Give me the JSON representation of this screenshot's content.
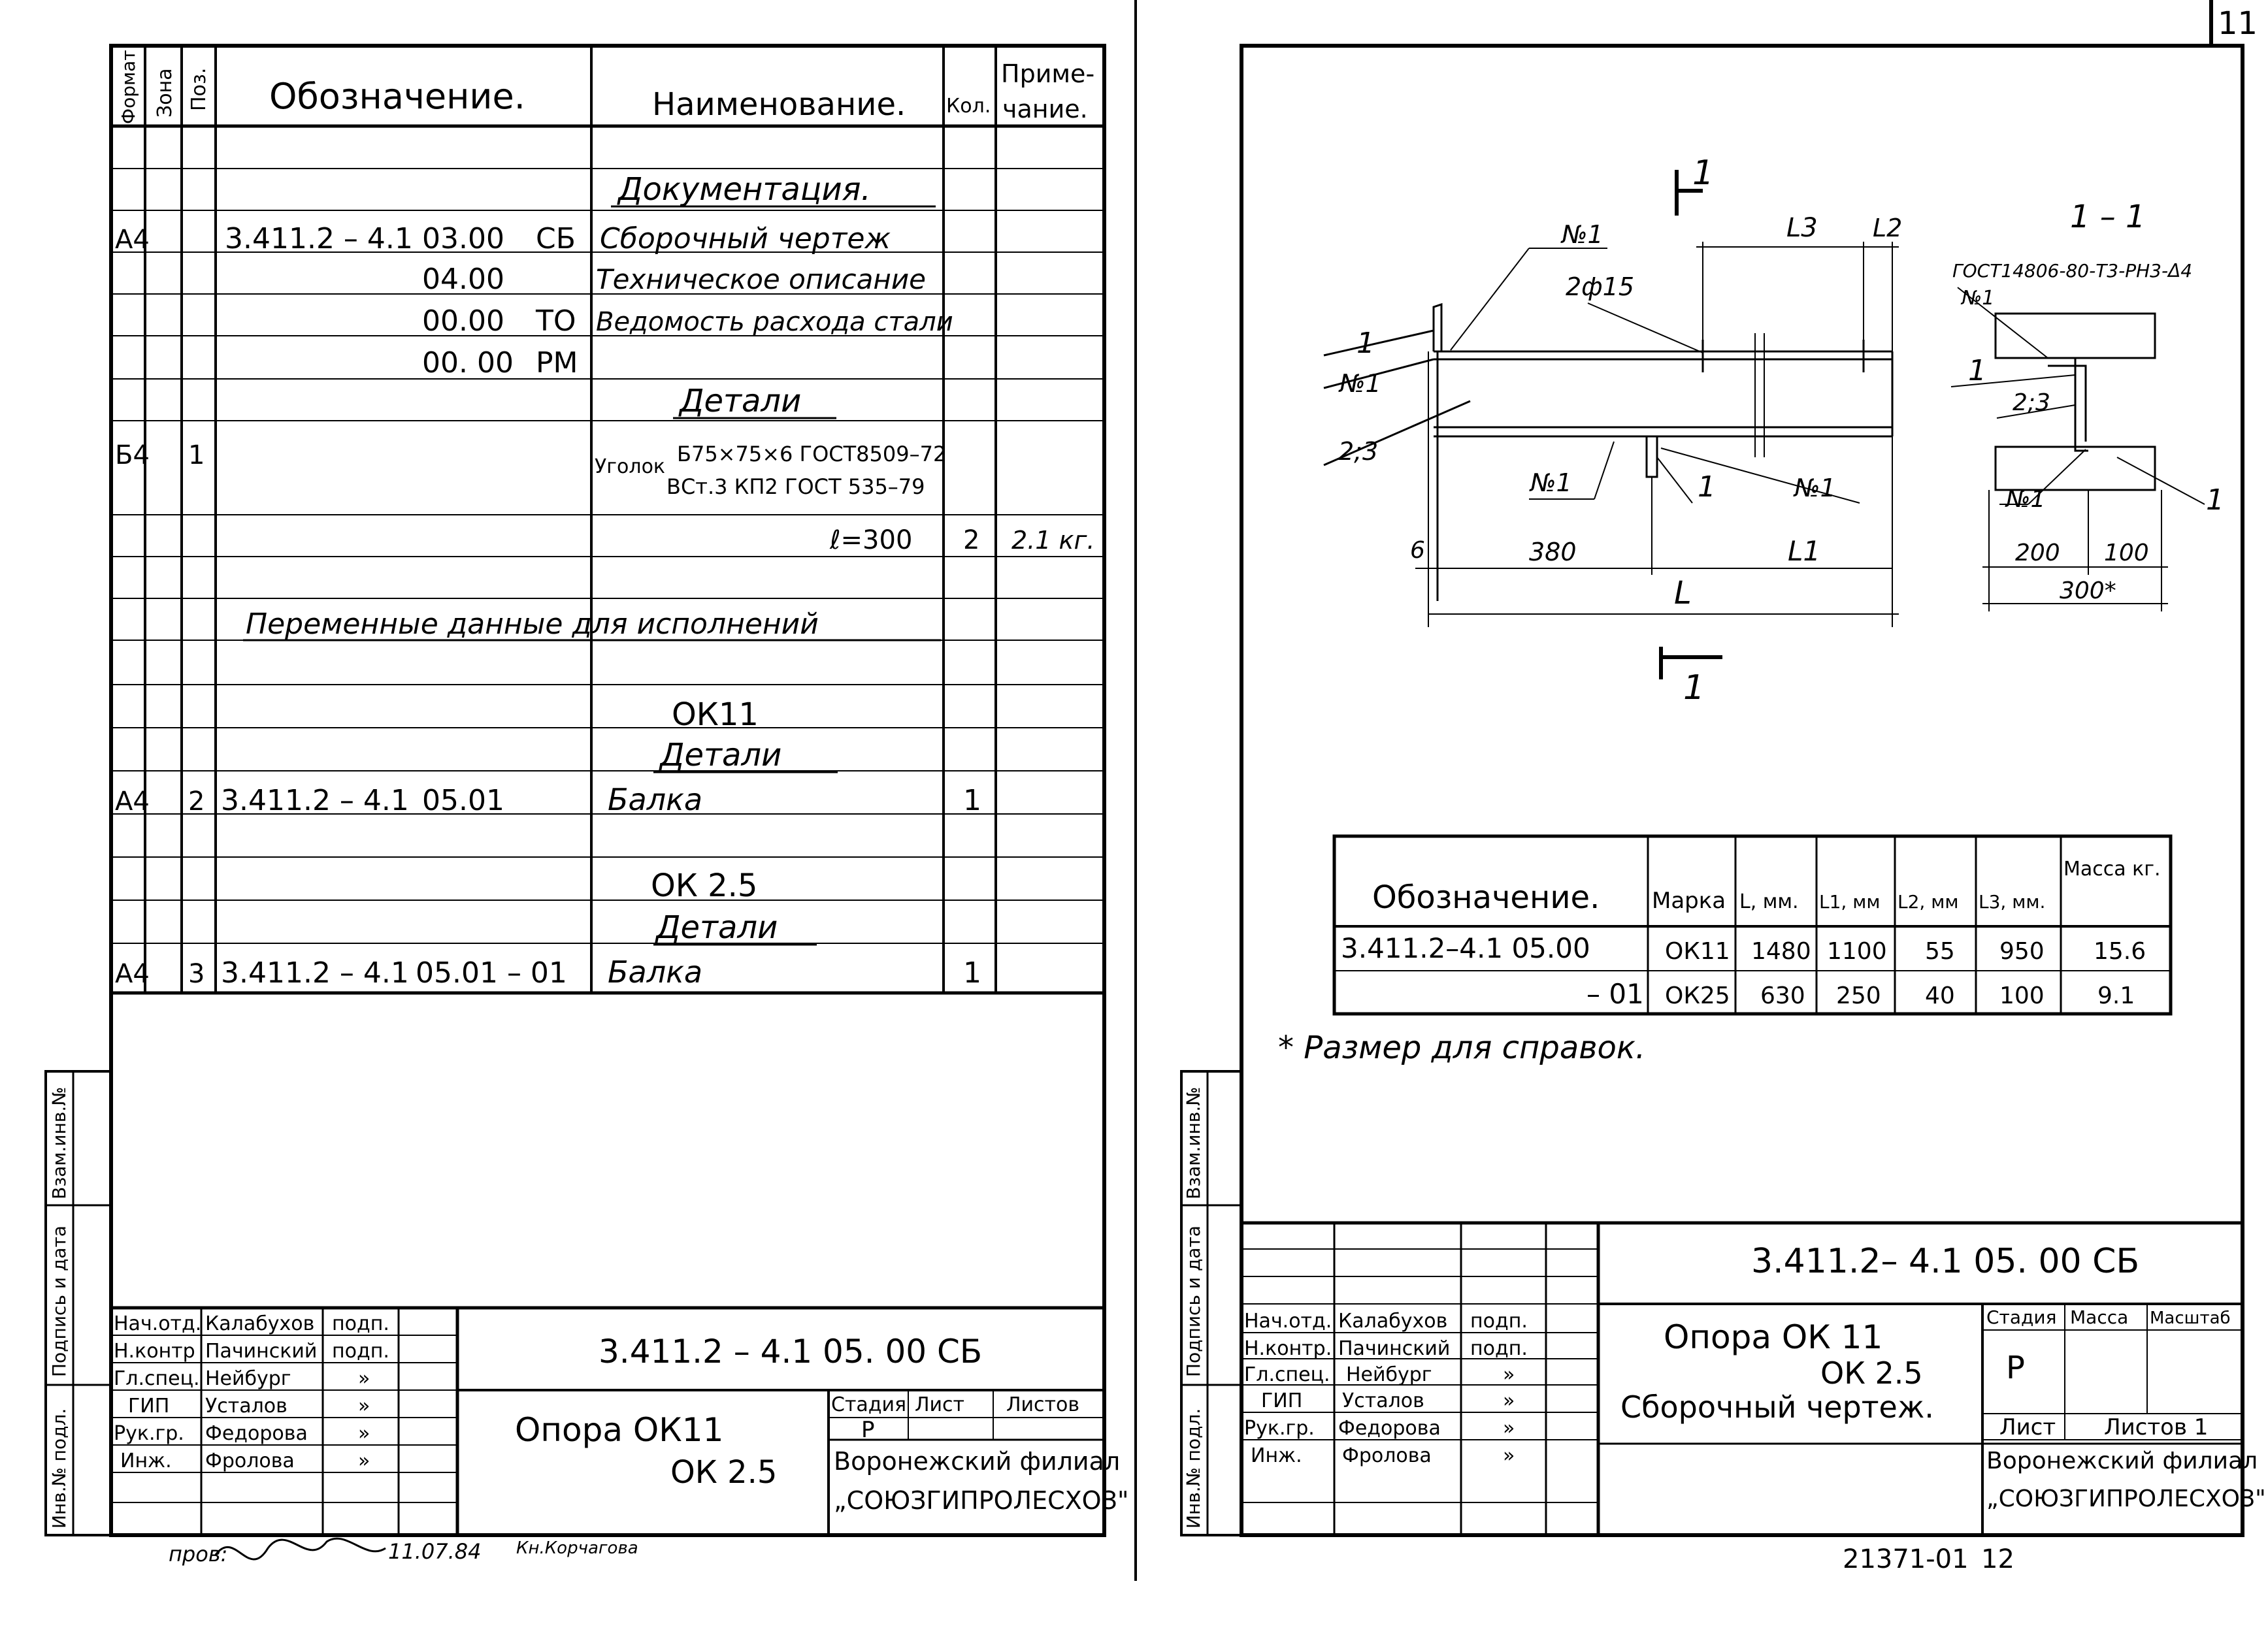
{
  "page_number": "11",
  "left": {
    "spec_headers": {
      "format": "Формат",
      "zone": "Зона",
      "pos": "Поз.",
      "designation": "Обозначение.",
      "name": "Наименование.",
      "qty": "Кол.",
      "note1": "Приме-",
      "note2": "чание."
    },
    "rows": {
      "doc_title": "Документация.",
      "r1": {
        "format": "А4",
        "designation_a": "3.411.2 – 4.1",
        "designation_b": "03.00",
        "designation_c": "СБ",
        "name": "Сборочный   чертеж"
      },
      "r2": {
        "designation_b": "04.00",
        "name": "Техническое описание"
      },
      "r3": {
        "designation_b": "00.00",
        "designation_c": "ТО",
        "name": "Ведомость расхода стали"
      },
      "r4": {
        "designation_b": "00. 00",
        "designation_c": "РМ"
      },
      "details_title": "Детали",
      "r5": {
        "format": "Б4",
        "pos": "1",
        "name_prefix": "Уголок",
        "name_top": "Б75×75×6 ГОСТ8509–72",
        "name_bottom": "ВСт.3 КП2   ГОСТ 535–79"
      },
      "r6": {
        "name": "ℓ=300",
        "qty": "2",
        "note": "2.1 кг."
      },
      "variable_title": "Переменные    данные  для   исполнений",
      "ok11": "ОК11",
      "details_title2": "Детали",
      "r7": {
        "format": "А4",
        "pos": "2",
        "designation_a": "3.411.2 – 4.1",
        "designation_b": "05.01",
        "name": "Балка",
        "qty": "1"
      },
      "ok25": "ОК 2.5",
      "details_title3": "Детали",
      "r8": {
        "format": "А4",
        "pos": "3",
        "designation_a": "3.411.2 – 4.1",
        "designation_b": "05.01 – 01",
        "name": "Балка",
        "qty": "1"
      }
    },
    "side_labels": {
      "vzam": "Взам.инв.№",
      "podpis": "Подпись и дата",
      "inv": "Инв.№ подл."
    },
    "title_block": {
      "roles": [
        "Нач.отд.",
        "Н.контр",
        "Гл.спец.",
        "ГИП",
        "Рук.гр.",
        "Инж."
      ],
      "names": [
        "Калабухов",
        "Пачинский",
        "Нейбург",
        "Усталов",
        "Федорова",
        "Фролова"
      ],
      "signs": [
        "подп.",
        "подп.",
        "»",
        "»",
        "»",
        "»"
      ],
      "code": "3.411.2 – 4.1    05. 00   СБ",
      "title1": "Опора    ОК11",
      "title2": "ОК 2.5",
      "stage": "Стадия",
      "sheet": "Лист",
      "sheets": "Листов",
      "stage_val": "Р",
      "org1": "Воронежский филиал",
      "org2": "„СОЮЗГИПРОЛЕСХОЗ\""
    },
    "bottom_note": "пров:",
    "bottom_date": "11.07.84",
    "bottom_sign2": "Кн.Корчагова"
  },
  "right": {
    "drawing": {
      "section_mark": "1",
      "section_title": "1 – 1",
      "gost_weld": "ГОСТ14806-80-Т3-РН3-Δ4",
      "no1": "№1",
      "bolt": "2ф15",
      "l3": "L3",
      "l2": "L2",
      "lbl1": "1",
      "lbl23": "2;3",
      "d6": "6",
      "d380": "380",
      "dL1": "L1",
      "dL": "L",
      "d200": "200",
      "d100": "100",
      "d300": "300*"
    },
    "table": {
      "headers": [
        "Обозначение.",
        "Марка",
        "L, мм.",
        "L1, мм",
        "L2, мм",
        "L3, мм.",
        "Масса кг."
      ],
      "rows": [
        [
          "3.411.2–4.1    05.00",
          "ОК11",
          "1480",
          "1100",
          "55",
          "950",
          "15.6"
        ],
        [
          "– 01",
          "ОК25",
          "630",
          "250",
          "40",
          "100",
          "9.1"
        ]
      ]
    },
    "footnote": "* Размер    для   справок.",
    "title_block": {
      "roles": [
        "Нач.отд.",
        "Н.контр.",
        "Гл.спец.",
        "ГИП",
        "Рук.гр.",
        "Инж."
      ],
      "names": [
        "Калабухов",
        "Пачинский",
        "Нейбург",
        "Усталов",
        "Федорова",
        "Фролова"
      ],
      "signs": [
        "подп.",
        "подп.",
        "»",
        "»",
        "»",
        "»"
      ],
      "code": "3.411.2– 4.1    05. 00  СБ",
      "title1": "Опора     ОК 11",
      "title2": "ОК 2.5",
      "title3": "Сборочный  чертеж.",
      "stage": "Стадия",
      "mass": "Масса",
      "scale": "Масштаб",
      "stage_val": "Р",
      "sheet": "Лист",
      "sheets": "Листов 1",
      "org1": "Воронежский филиал",
      "org2": "„СОЮЗГИПРОЛЕСХОЗ\""
    },
    "bottom_code": "21371-01",
    "bottom_page": "12"
  }
}
